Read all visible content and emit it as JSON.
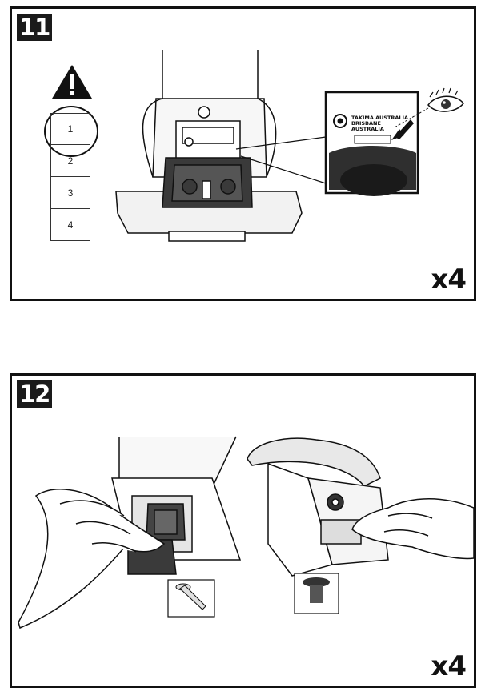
{
  "steps": [
    {
      "number": "11",
      "quantity": "x4",
      "sequence_items": [
        "1",
        "2",
        "3",
        "4"
      ],
      "highlighted_item": "1",
      "closeup_label_lines": [
        "TAKIMA AUSTRALIA",
        "BRISBANE",
        "AUSTRALIA"
      ]
    },
    {
      "number": "12",
      "quantity": "x4"
    }
  ]
}
